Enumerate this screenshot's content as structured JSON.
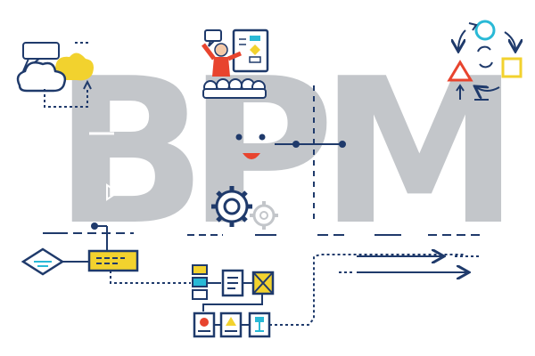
{
  "title_letters": [
    "B",
    "P",
    "M"
  ],
  "colors": {
    "navy": "#1f3a6b",
    "gray_letters": "#c3c6ca",
    "gray_light": "#d7d9dc",
    "yellow": "#f2d22e",
    "cyan": "#29b9d6",
    "red": "#e8442e",
    "skin": "#f4c9a8",
    "white": "#ffffff"
  },
  "icons": [
    "chat-bubble-icon",
    "cloud-brain-icon",
    "presenter-with-board-icon",
    "audience-heads-icon",
    "process-cycle-icon",
    "smiley-face-icon",
    "play-triangle-icon",
    "gears-icon",
    "decision-diamond-icon",
    "process-box-icon",
    "document-stack-icon",
    "flowchart-cards-icon",
    "arrows-right-icon"
  ]
}
